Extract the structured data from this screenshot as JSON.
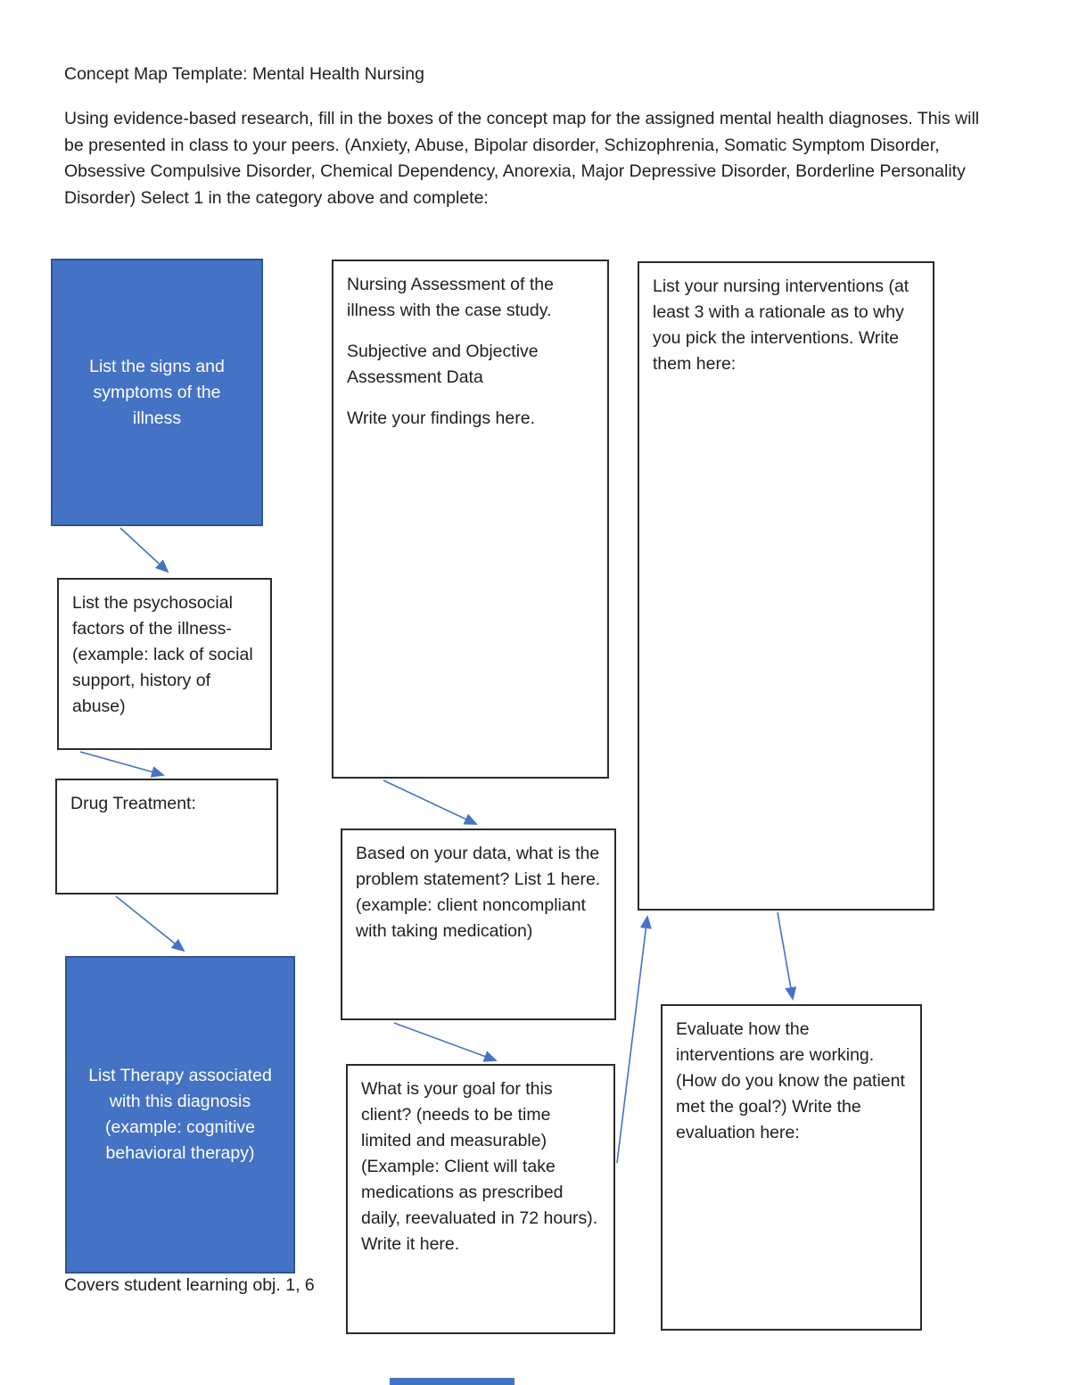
{
  "page": {
    "title": "Concept Map Template: Mental Health Nursing",
    "intro": "Using evidence-based research, fill in the boxes of the concept map for the assigned mental health diagnoses. This will be presented in class to your peers. (Anxiety, Abuse, Bipolar disorder, Schizophrenia, Somatic Symptom Disorder, Obsessive Compulsive Disorder, Chemical Dependency, Anorexia, Major Depressive Disorder, Borderline Personality Disorder) Select 1 in the category above and complete:",
    "footer_note": "Covers student learning obj. 1, 6"
  },
  "colors": {
    "blue_box_fill": "#4472C4",
    "blue_box_border": "#2F5496",
    "white_box_border": "#2B2B2B",
    "arrow_blue": "#4472C4",
    "text": "#1F1F1F",
    "blue_box_text": "#FFFFFF"
  },
  "boxes": {
    "signs_symptoms": {
      "label": "List the signs and symptoms of the illness"
    },
    "nursing_assessment": {
      "p1": "Nursing Assessment of the illness with the case study.",
      "p2": "Subjective and Objective Assessment Data",
      "p3": "Write your findings here."
    },
    "interventions": {
      "label": "List your nursing interventions (at least 3 with a rationale as to why you pick the interventions. Write them here:"
    },
    "psychosocial": {
      "label": "List the psychosocial factors of the illness- (example: lack of social support, history of abuse)"
    },
    "drug_treatment": {
      "label": "Drug Treatment:"
    },
    "therapy": {
      "label": "List Therapy associated with this diagnosis (example: cognitive behavioral therapy)"
    },
    "problem_statement": {
      "label": "Based on your data, what is the problem statement? List 1 here. (example: client noncompliant with taking medication)"
    },
    "goal": {
      "label": "What is your goal for this client? (needs to be time limited and measurable) (Example: Client will take medications as prescribed daily, reevaluated in 72 hours). Write it here."
    },
    "evaluation": {
      "label": "Evaluate how the interventions are working. (How do you know the patient met the goal?) Write the evaluation here:"
    }
  }
}
